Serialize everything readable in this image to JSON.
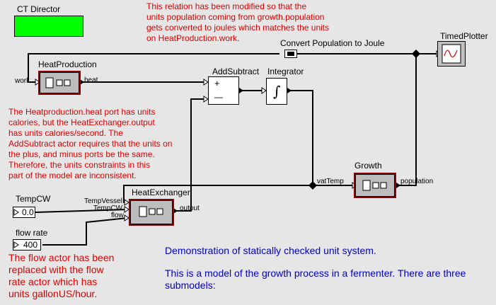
{
  "director": {
    "label": "CT Director",
    "color": "#00ff00"
  },
  "annotations": {
    "top": "This relation has been modified so that the\nunits population coming from growth.population\ngets converted to joules which matches the units\non HeatProduction.work.",
    "middle": "The Heatproduction.heat port has units\ncalories, but the HeatExchanger.output\nhas units calories/second. The\nAddSubtract actor requires that the units on\nthe plus, and minus ports be the same.\nTherefore, the units constraints in this\npart of the model are inconsistent.",
    "bottom": "The flow actor has been\nreplaced with the flow\nrate actor which has\nunits gallonUS/hour.",
    "demo": "Demonstration of statically checked unit system.",
    "desc": "This is a model of the growth process in a fermenter. There are three\nsubmodels:"
  },
  "actors": {
    "heat_production": {
      "name": "HeatProduction",
      "in_port": "work",
      "out_port": "heat"
    },
    "add_subtract": {
      "name": "AddSubtract",
      "plus": "+",
      "minus": "—"
    },
    "integrator": {
      "name": "Integrator"
    },
    "growth": {
      "name": "Growth",
      "out_port": "population"
    },
    "heat_exchanger": {
      "name": "HeatExchanger",
      "in_ports": [
        "TempVessel",
        "TempCW",
        "flow"
      ],
      "out_port": "output"
    },
    "timed_plotter": {
      "name": "TimedPlotter"
    },
    "convert": {
      "name": "Convert Population to Joule"
    },
    "temp_cw": {
      "name": "TempCW",
      "value": "0.0"
    },
    "flow_rate": {
      "name": "flow rate",
      "value": "400"
    }
  },
  "relations": {
    "vat_temp": "vatTemp"
  },
  "colors": {
    "annotation": "#e00000",
    "description": "#0000cc",
    "composite_border": "#8b0000",
    "background": "#e6e6e6"
  }
}
